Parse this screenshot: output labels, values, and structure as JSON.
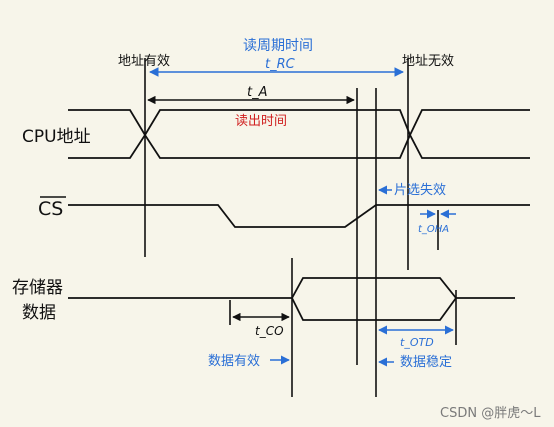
{
  "labels": {
    "top_title": "读周期时间",
    "t_rc": "t_RC",
    "addr_valid": "地址有效",
    "addr_invalid": "地址无效",
    "t_a": "t_A",
    "read_time": "读出时间",
    "cpu_addr": "CPU地址",
    "cs": "CS",
    "chip_invalid": "片选失效",
    "t_oha": "t_OHA",
    "mem_line1": "存储器",
    "mem_line2": "数据",
    "t_co": "t_CO",
    "t_otd": "t_OTD",
    "data_valid": "数据有效",
    "data_stable": "数据稳定",
    "watermark": "CSDN @胖虎～L"
  },
  "colors": {
    "ink": "#111111",
    "blue": "#2a6fd6",
    "red": "#d02020",
    "background": "#f7f5ea"
  }
}
